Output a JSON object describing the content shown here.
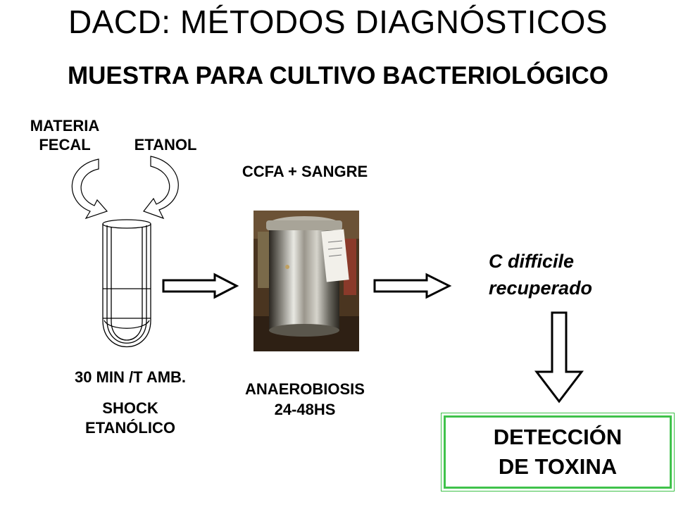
{
  "title": "DACD: MÉTODOS DIAGNÓSTICOS",
  "subtitle": "MUESTRA PARA CULTIVO BACTERIOLÓGICO",
  "inputs": {
    "materia_line1": "MATERIA",
    "materia_line2": "FECAL",
    "etanol": "ETANOL"
  },
  "medium": "CCFA + SANGRE",
  "tube": {
    "time": "30 MIN /T AMB.",
    "shock_line1": "SHOCK",
    "shock_line2": "ETANÓLICO"
  },
  "incubation": {
    "line1": "ANAEROBIOSIS",
    "line2": "24-48HS"
  },
  "result": {
    "line1": "C difficile",
    "line2": "recuperado"
  },
  "detection": {
    "line1": "DETECCIÓN",
    "line2": "DE TOXINA",
    "border_color": "#3fc24a"
  }
}
